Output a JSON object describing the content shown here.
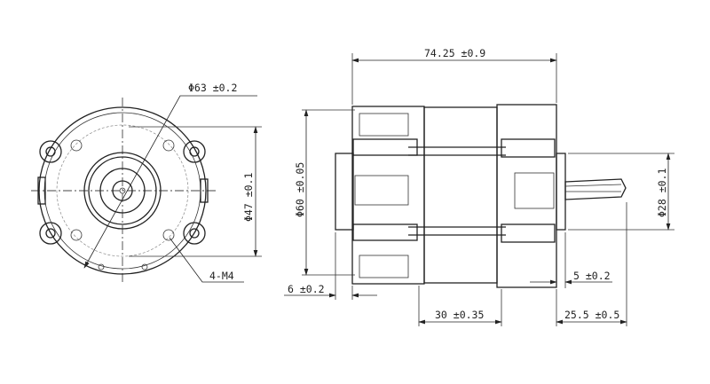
{
  "title": "Motor dimension drawing",
  "front_view": {
    "outer_diameter": "Φ63 ±0.2",
    "mount_circle": "Φ47 ±0.1",
    "mount_holes": "4-M4"
  },
  "side_view": {
    "overall_length": "74.25 ±0.9",
    "body_diameter": "Φ60 ±0.05",
    "boss_diameter": "Φ28 ±0.1",
    "rear_boss": "6 ±0.2",
    "stator_length": "30 ±0.35",
    "front_boss": "5 ±0.2",
    "shaft_length": "25.5 ±0.5"
  }
}
